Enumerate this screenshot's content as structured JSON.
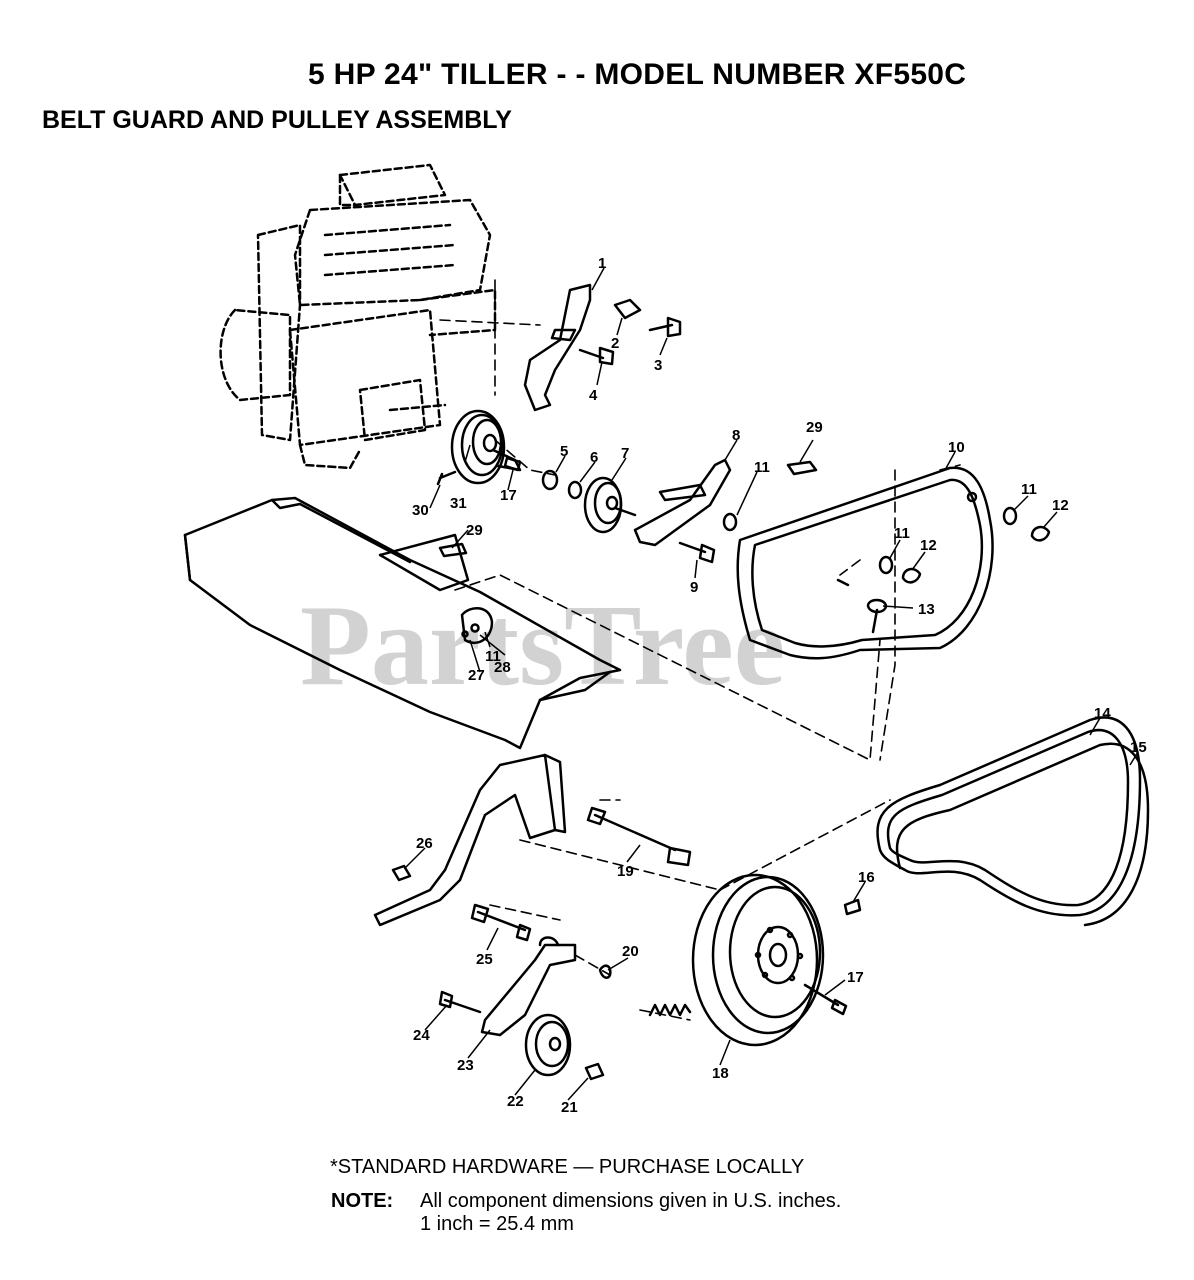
{
  "header": {
    "title": "5 HP 24\" TILLER - - MODEL NUMBER XF550C",
    "subtitle": "BELT GUARD AND PULLEY ASSEMBLY"
  },
  "watermark": "PartsTree",
  "parts": {
    "p1": "1",
    "p2": "2",
    "p3": "3",
    "p4": "4",
    "p5": "5",
    "p6": "6",
    "p7": "7",
    "p8": "8",
    "p9": "9",
    "p10": "10",
    "p11a": "11",
    "p11b": "11",
    "p11c": "11",
    "p11d": "11",
    "p12a": "12",
    "p12b": "12",
    "p13": "13",
    "p14": "14",
    "p15": "15",
    "p16": "16",
    "p17a": "17",
    "p17b": "17",
    "p18": "18",
    "p19": "19",
    "p20": "20",
    "p21": "21",
    "p22": "22",
    "p23": "23",
    "p24": "24",
    "p25": "25",
    "p26": "26",
    "p27": "27",
    "p28": "28",
    "p29a": "29",
    "p29b": "29",
    "p30": "30",
    "p31": "31"
  },
  "footer": {
    "standard_hardware": "*STANDARD HARDWARE — PURCHASE LOCALLY",
    "note_label": "NOTE:",
    "note_text": "All component dimensions given in U.S. inches.",
    "note_conversion": "1 inch = 25.4 mm"
  }
}
